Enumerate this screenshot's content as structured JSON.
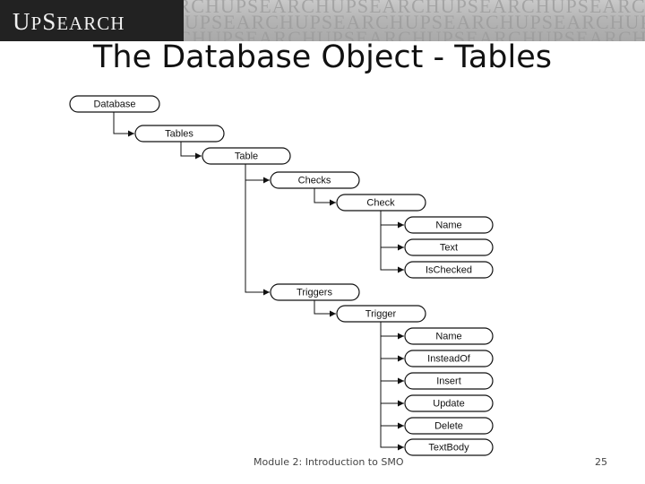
{
  "header": {
    "logo_text": "UPSEARCH",
    "pattern_text": "UPSEARCH"
  },
  "slide": {
    "title": "The Database Object - Tables"
  },
  "diagram": {
    "nodes": {
      "database": "Database",
      "tables": "Tables",
      "table": "Table",
      "checks": "Checks",
      "check": "Check",
      "check_name": "Name",
      "check_text": "Text",
      "check_ischecked": "IsChecked",
      "triggers": "Triggers",
      "trigger": "Trigger",
      "trigger_name": "Name",
      "trigger_insteadof": "InsteadOf",
      "trigger_insert": "Insert",
      "trigger_update": "Update",
      "trigger_delete": "Delete",
      "trigger_textbody": "TextBody"
    }
  },
  "footer": {
    "module": "Module 2: Introduction to SMO",
    "page_number": "25"
  }
}
